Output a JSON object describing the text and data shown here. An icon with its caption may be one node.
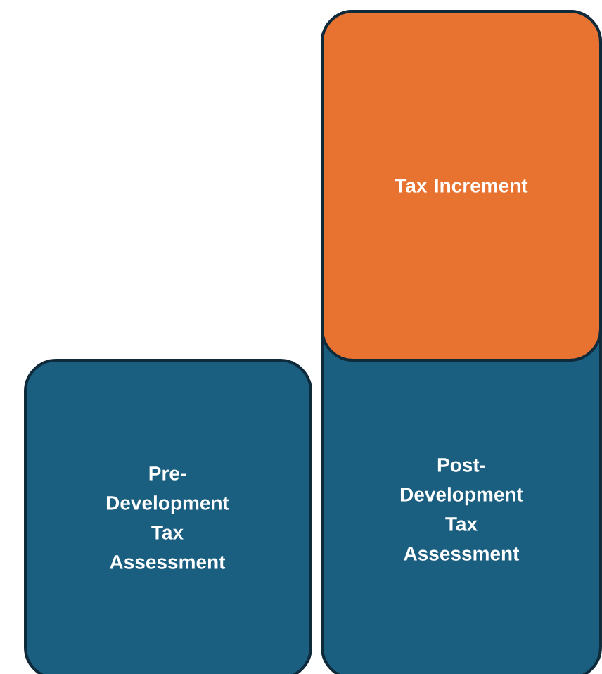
{
  "diagram": {
    "nodes": [
      {
        "text": [
          "Pre-Development Tax Assessment"
        ]
      },
      {
        "text": [
          "Post-Development Tax Assessment"
        ]
      },
      {
        "text": [
          "Tax Increment"
        ],
        "in": 1
      }
    ]
  }
}
